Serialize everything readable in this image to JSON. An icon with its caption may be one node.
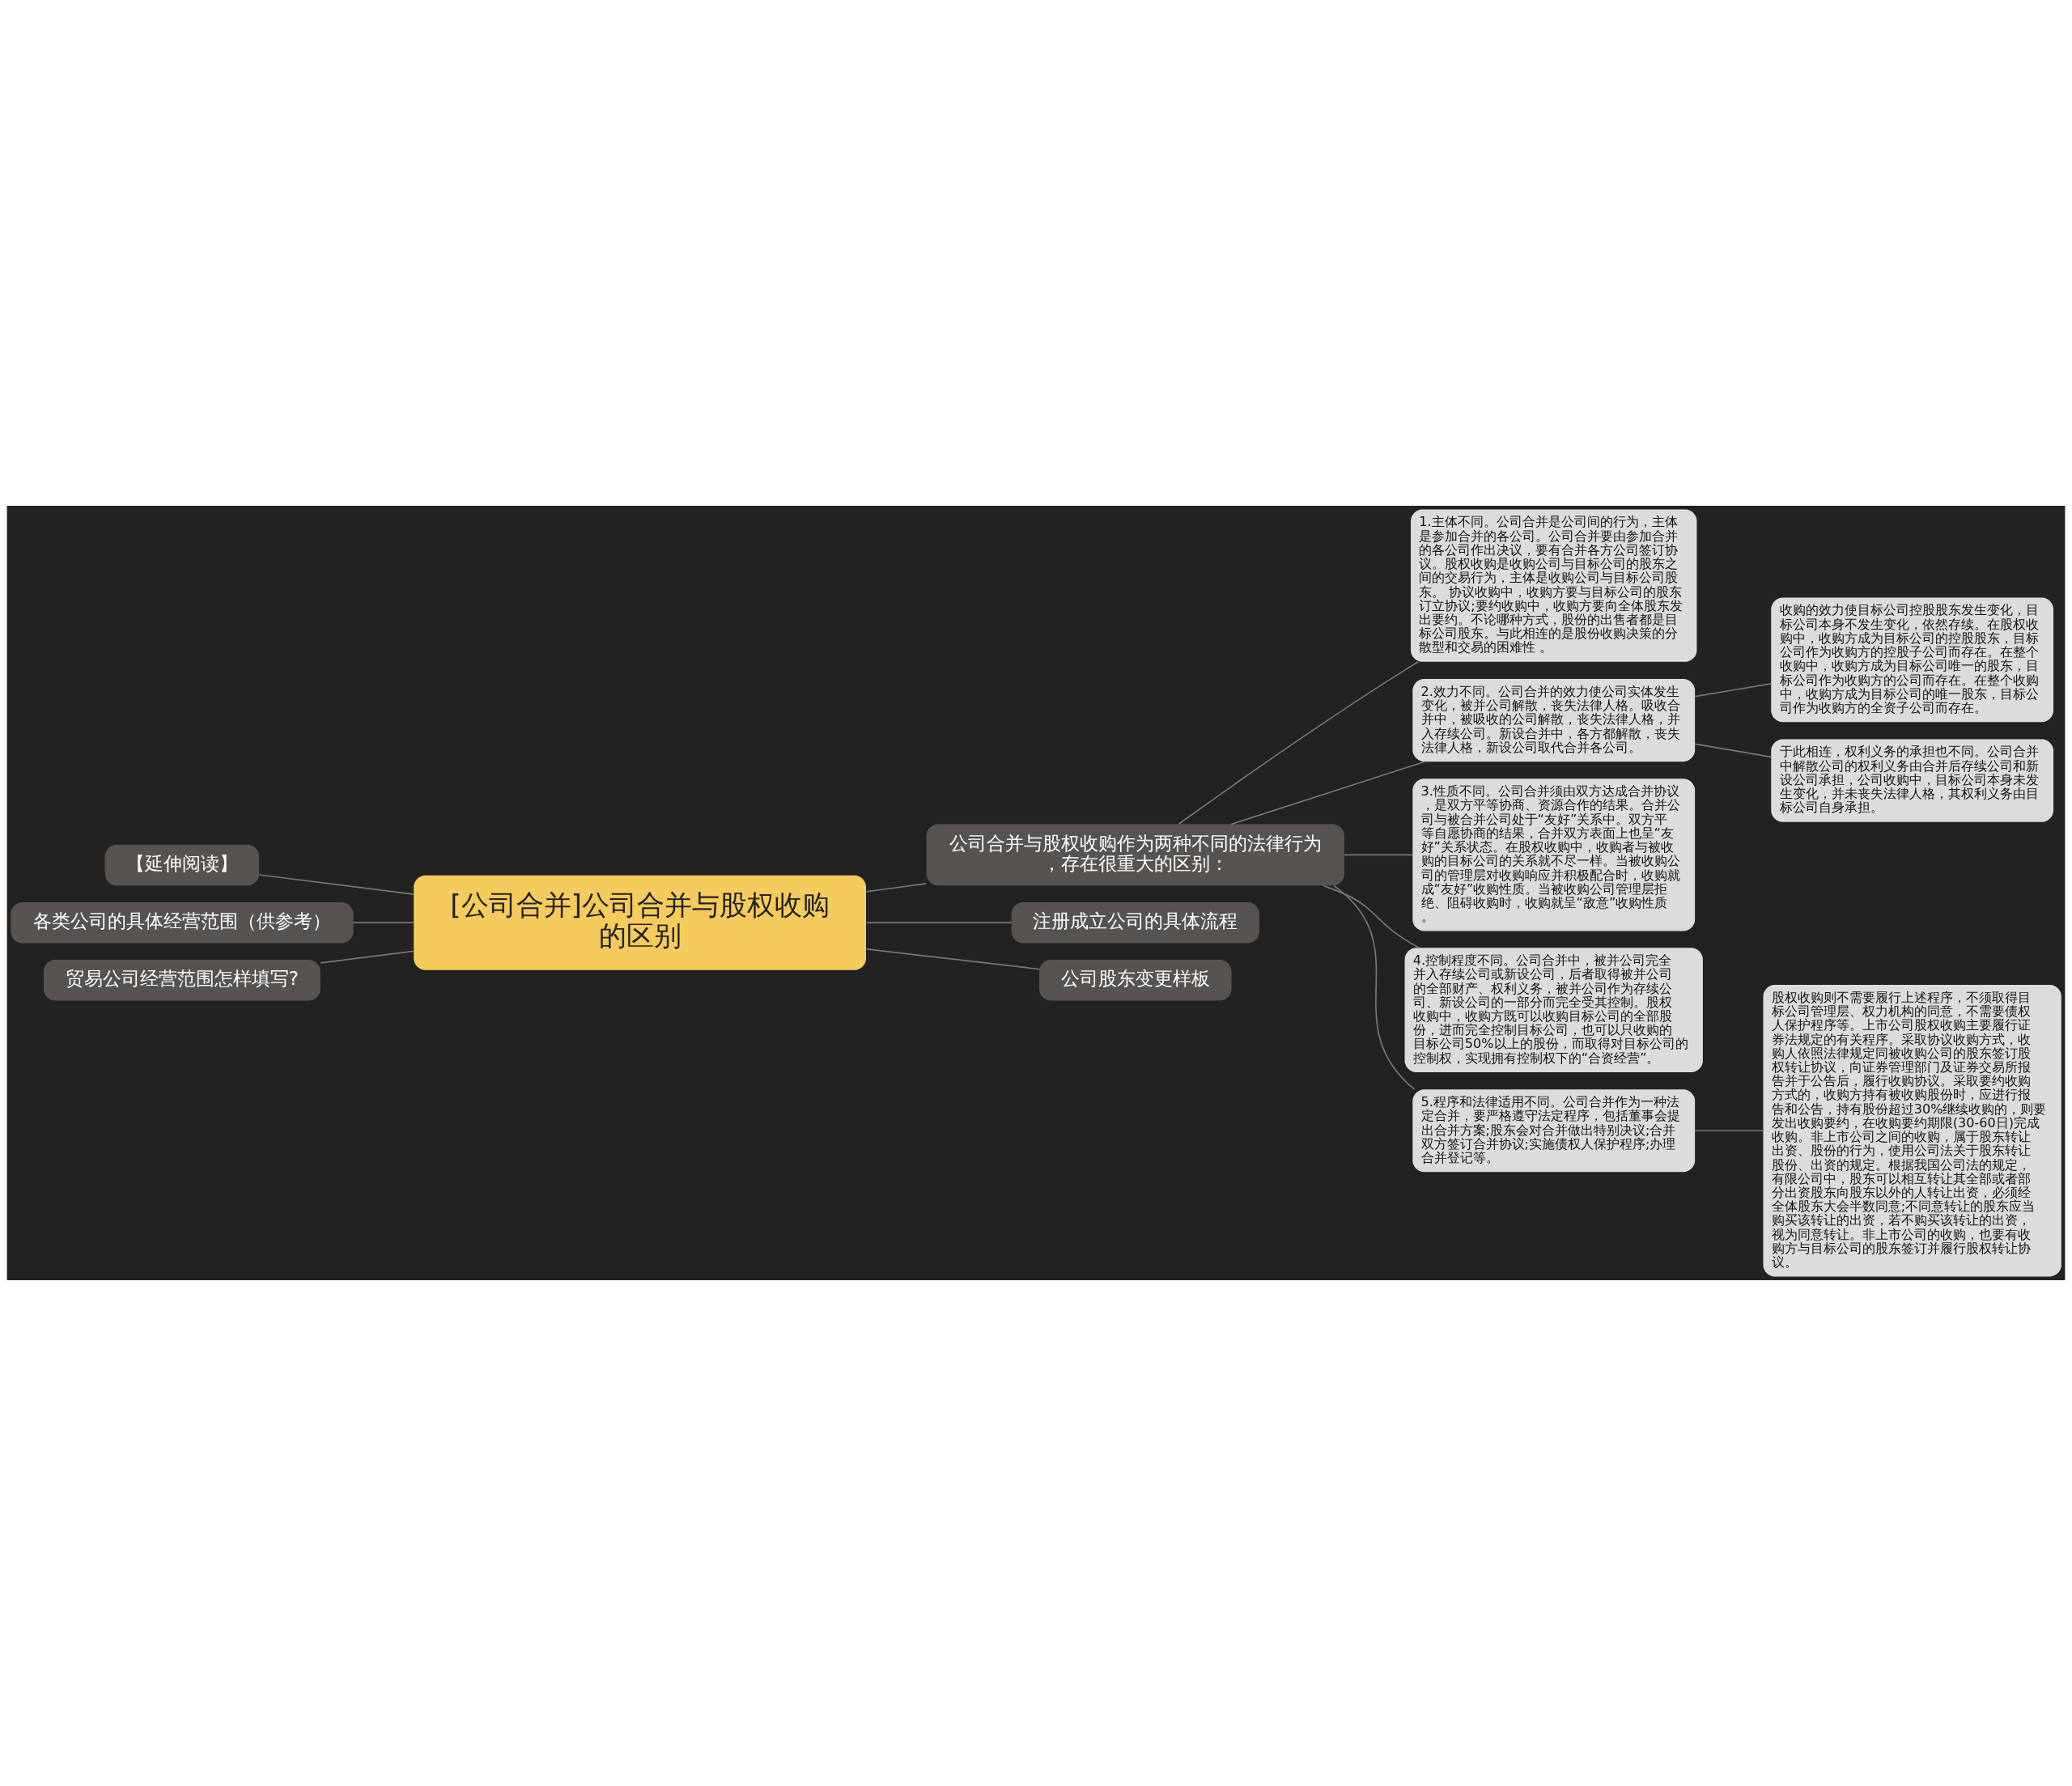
{
  "diagram": {
    "nodes": [
      {
        "text": [
          "[公司合并]公司合并与股权收购的区别"
        ]
      },
      {
        "text": [
          "【延伸阅读】"
        ]
      },
      {
        "text": [
          "各类公司的具体经营范围（供参考）"
        ]
      },
      {
        "text": [
          "贸易公司经营范围怎样填写?"
        ]
      },
      {
        "text": [
          "公司合并与股权收购作为两种不同的法律行为，存在很重大的区别："
        ]
      },
      {
        "text": [
          "1.主体不同。公司合并是公司间的行为，主体是参加合并的各公司。公司合并要由参加合并的各公司作出决议，要有合并各方公司签订协议。股权收购是收购公司与目标公司的股东之间的交易行为，主体是收购公司与目标公司股东。 协议收购中，收购方要与目标公司的股东订立协议;要约收购中，收购方要向全体股东发出要约。不论哪种方式，股份的出售者都是目标公司股东。与此相连的是股份收购决策的分散型和交易的困难性 。"
        ]
      },
      {
        "text": [
          "2.效力不同。公司合并的效力使公司实体发生变化，被并公司解散，丧失法律人格。吸收合并中，被吸收的公司解散，丧失法律人格，并入存续公司。新设合并中，各方都解散，丧失法律人格，新设公司取代合并各公司。"
        ]
      },
      {
        "text": [
          "收购的效力使目标公司控股股东发生变化，目标公司本身不发生变化，依然存续。在股权收购中，收购方成为目标公司的控股股东，目标公司作为收购方的控股子公司而存在。在整个收购中，收购方成为目标公司唯一的股东，目标公司作为收购方的公司而存在。在整个收购中，收购方成为目标公司的唯一股东，目标公司作为收购方的全资子公司而存在。"
        ]
      },
      {
        "text": [
          "于此相连，权利义务的承担也不同。公司合并中解散公司的权利义务由合并后存续公司和新设公司承担，公司收购中，目标公司本身未发生变化，并未丧失法律人格，其权利义务由目标公司自身承担。"
        ]
      },
      {
        "text": [
          "3.性质不同。公司合并须由双方达成合并协议，是双方平等协商、资源合作的结果。合并公司与被合并公司处于“友好”关系中。双方平等自愿协商的结果，合并双方表面上也呈“友好”关系状态。在股权收购中，收购者与被收购的目标公司的关系就不尽一样。当被收购公司的管理层对收购响应并积极配合时，收购就成“友好”收购性质。当被收购公司管理层拒绝、阻碍收购时，收购就呈“敌意”收购性质。"
        ]
      },
      {
        "text": [
          "4.控制程度不同。公司合并中，被并公司完全并入存续公司或新设公司，后者取得被并公司的全部财产、权利义务，被并公司作为存续公司、新设公司的一部分而完全受其控制。股权收购中，收购方既可以收购目标公司的全部股份，进而完全控制目标公司，也可以只收购的目标公司50%以上的股份，而取得对目标公司的控制权，实现拥有控制权下的“合资经营”。"
        ]
      },
      {
        "text": [
          "5.程序和法律适用不同。公司合并作为一种法定合并，要严格遵守法定程序，包括董事会提出合并方案;股东会对合并做出特别决议;合并双方签订合并协议;实施债权人保护程序;办理合并登记等。"
        ]
      },
      {
        "text": [
          "股权收购则不需要履行上述程序，不须取得目标公司管理层、权力机构的同意，不需要债权人保护程序等。上市公司股权收购主要履行证券法规定的有关程序。采取协议收购方式，收购人依照法律规定同被收购公司的股东签订股权转让协议，向证券管理部门及证券交易所报告并于公告后，履行收购协议。采取要约收购方式的，收购方持有被收购股份时，应进行报告和公告，持有股份超过30%继续收购的，则要发出收购要约，在收购要约期限(30-60日)完成收购。非上市公司之间的收购，属于股东转让出资、股份的行为，使用公司法关于股东转让股份、出资的规定。根据我国公司法的规定，有限公司中，股东可以相互转让其全部或者部分出资股东向股东以外的人转让出资，必须经全体股东大会半数同意;不同意转让的股东应当购买该转让的出资，若不购买该转让的出资，视为同意转让。非上市公司的收购，也要有收购方与目标公司的股东签订并履行股权转让协议。"
        ]
      },
      {
        "text": [
          "注册成立公司的具体流程"
        ]
      },
      {
        "text": [
          "公司股东变更样板"
        ]
      }
    ],
    "edges": [
      {
        "from": 0,
        "to": 1,
        "arrow": "none"
      },
      {
        "from": 0,
        "to": 2,
        "arrow": "none"
      },
      {
        "from": 0,
        "to": 3,
        "arrow": "none"
      },
      {
        "from": 0,
        "to": 4,
        "arrow": "none"
      },
      {
        "from": 4,
        "to": 5,
        "arrow": "none"
      },
      {
        "from": 4,
        "to": 6,
        "arrow": "none"
      },
      {
        "from": 6,
        "to": 7,
        "arrow": "none"
      },
      {
        "from": 6,
        "to": 8,
        "arrow": "none"
      },
      {
        "from": 4,
        "to": 9,
        "arrow": "none"
      },
      {
        "from": 4,
        "to": 10,
        "arrow": "none"
      },
      {
        "from": 4,
        "to": 11,
        "arrow": "none"
      },
      {
        "from": 11,
        "to": 12,
        "arrow": "none"
      },
      {
        "from": 0,
        "to": 13,
        "arrow": "none"
      },
      {
        "from": 0,
        "to": 14,
        "arrow": "none"
      }
    ]
  }
}
